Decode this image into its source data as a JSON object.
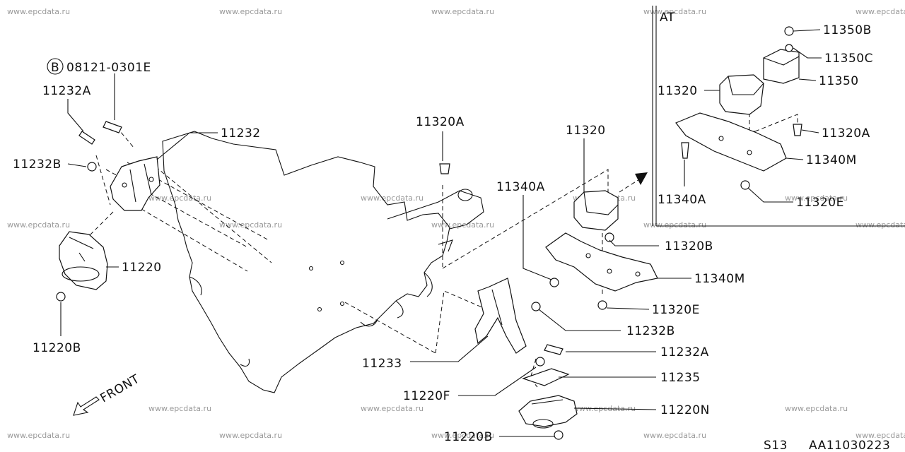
{
  "watermark": "www.epcdata.ru",
  "inset": {
    "title": "AT"
  },
  "labels": {
    "bolt_ref": "08121-0301E",
    "bolt_ref_badge": "B",
    "p11232A": "11232A",
    "p11232": "11232",
    "p11232B": "11232B",
    "p11220": "11220",
    "p11220B_left": "11220B",
    "p11320A": "11320A",
    "p11340A": "11340A",
    "p11320": "11320",
    "p11320B": "11320B",
    "p11340M": "11340M",
    "p11320E": "11320E",
    "p11232B_r": "11232B",
    "p11232A_r": "11232A",
    "p11233": "11233",
    "p11235": "11235",
    "p11220F": "11220F",
    "p11220N": "11220N",
    "p11220B_bottom": "11220B",
    "in_11350B": "11350B",
    "in_11350C": "11350C",
    "in_11350": "11350",
    "in_11320": "11320",
    "in_11320A": "11320A",
    "in_11340M": "11340M",
    "in_11340A": "11340A",
    "in_11320E": "11320E",
    "front": "FRONT",
    "code_s13": "S13",
    "code_ref": "AA11030223"
  }
}
